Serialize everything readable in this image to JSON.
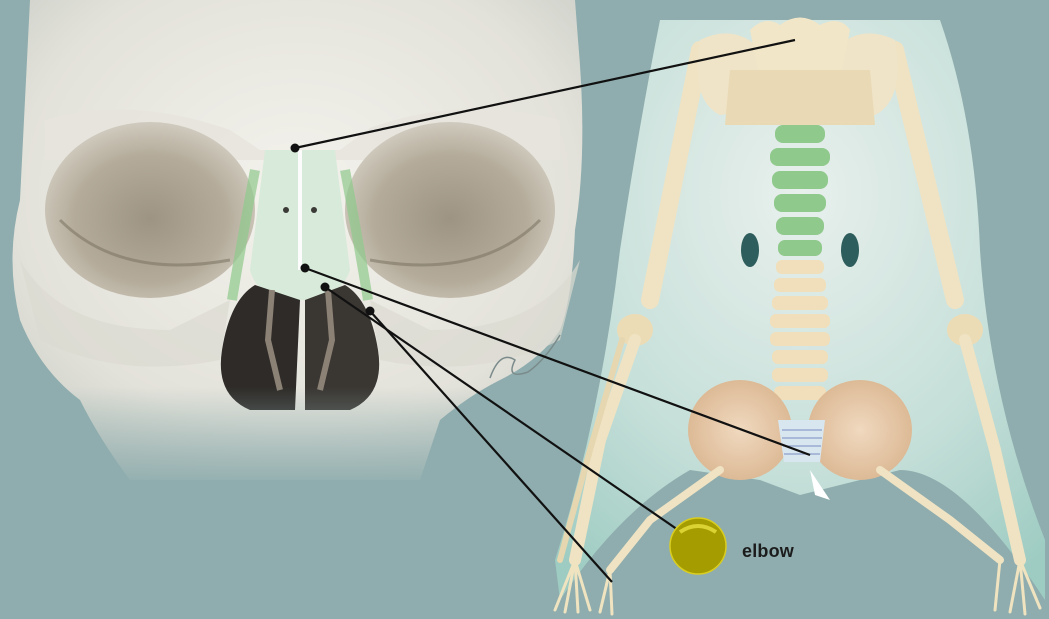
{
  "annotation": {
    "label": "elbow",
    "marker_color": "#b5a800",
    "marker_fill": "#a59c00"
  },
  "colors": {
    "background": "#8fadae",
    "bone": "#efe8d2",
    "skull": "#e9e8e1",
    "cartilage_green": "#8fc98c",
    "leader_line": "#111111",
    "membrane": "#bfe0d8"
  },
  "figures": {
    "left": "skull-front-view",
    "right": "skeleton-spread-figure"
  }
}
